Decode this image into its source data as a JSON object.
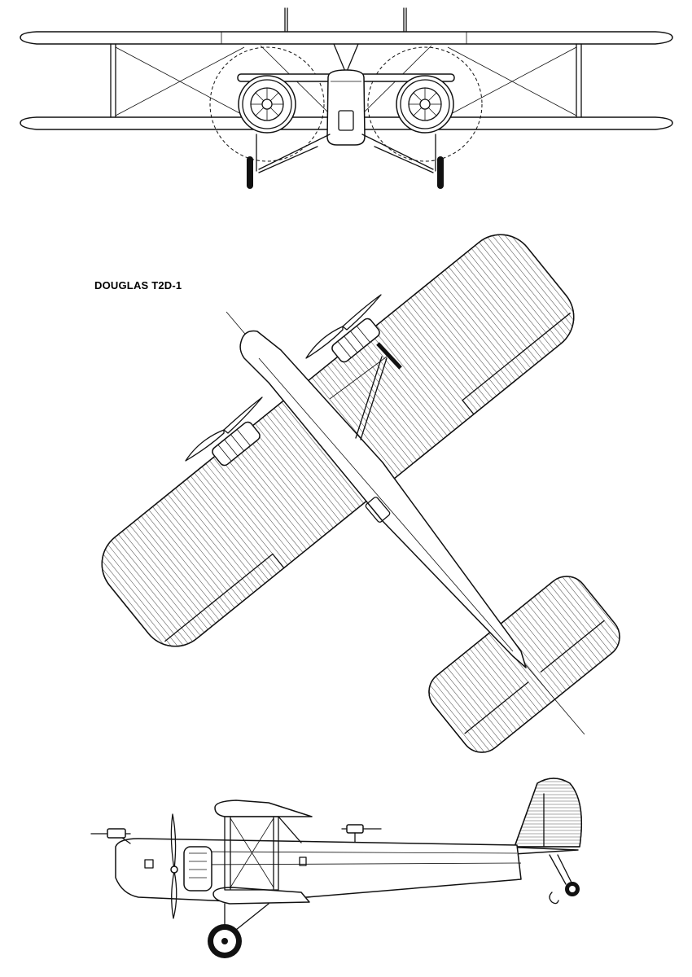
{
  "title": "DOUGLAS T2D-1",
  "views": {
    "front": {
      "name": "front-view"
    },
    "top": {
      "name": "top-view"
    },
    "side": {
      "name": "side-view"
    }
  }
}
